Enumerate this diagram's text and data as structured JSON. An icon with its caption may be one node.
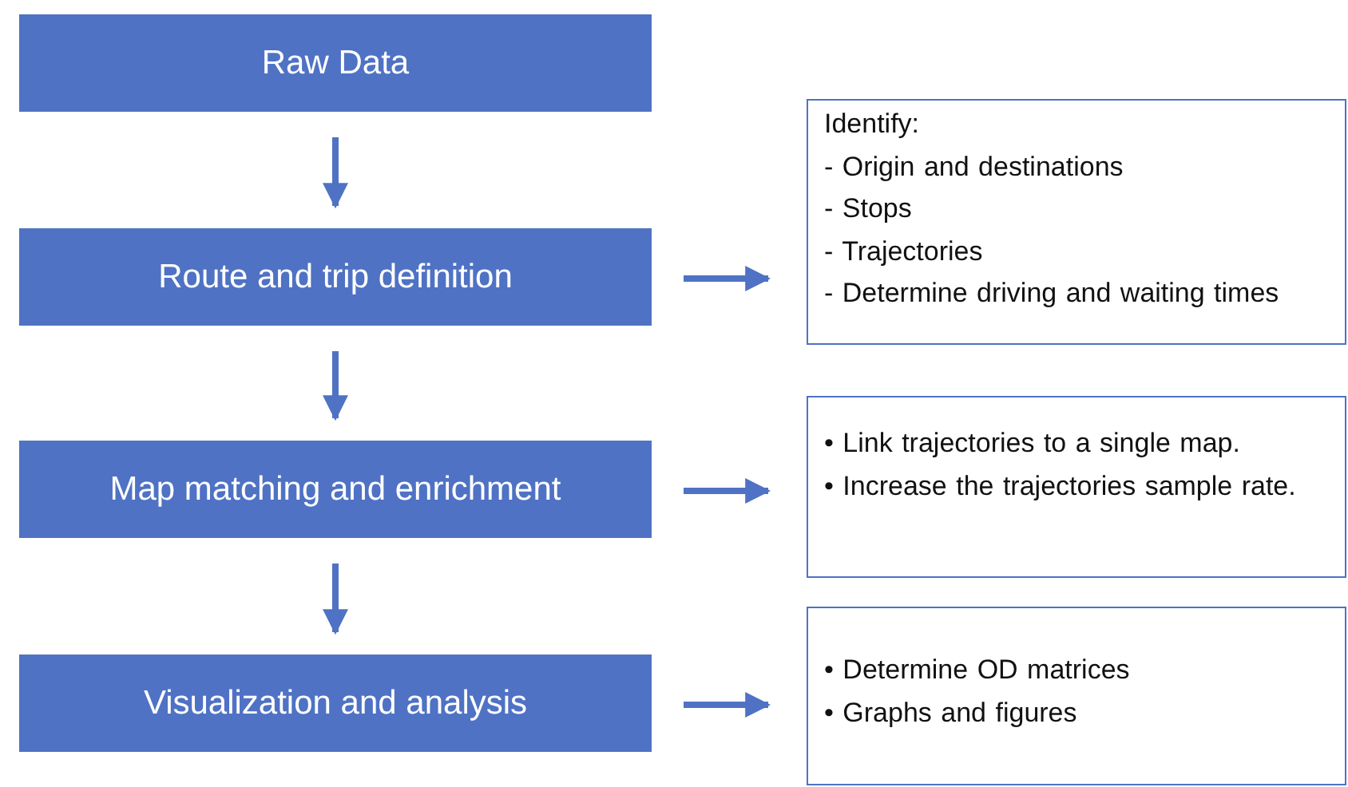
{
  "diagram": {
    "nodes": [
      {
        "text": [
          "Raw Data"
        ]
      },
      {
        "text": [
          "Route and trip definition"
        ]
      },
      {
        "text": [
          "Map matching and enrichment"
        ]
      },
      {
        "text": [
          "Visualization and analysis"
        ]
      },
      {
        "text": [
          "Identify:",
          "- Origin and destinations",
          "- Stops",
          "- Trajectories",
          "- Determine driving and waiting times"
        ]
      },
      {
        "text": [
          "• Link trajectories to a single map.",
          "• Increase the trajectories sample rate."
        ]
      },
      {
        "text": [
          "• Determine OD matrices",
          "• Graphs and figures"
        ]
      }
    ],
    "edges": [
      {
        "from": 0,
        "to": 1,
        "arrow": "to"
      },
      {
        "from": 1,
        "to": 2,
        "arrow": "to"
      },
      {
        "from": 2,
        "to": 3,
        "arrow": "to"
      },
      {
        "from": 1,
        "to": 4,
        "arrow": "to"
      },
      {
        "from": 2,
        "to": 5,
        "arrow": "to"
      },
      {
        "from": 3,
        "to": 6,
        "arrow": "to"
      }
    ]
  }
}
